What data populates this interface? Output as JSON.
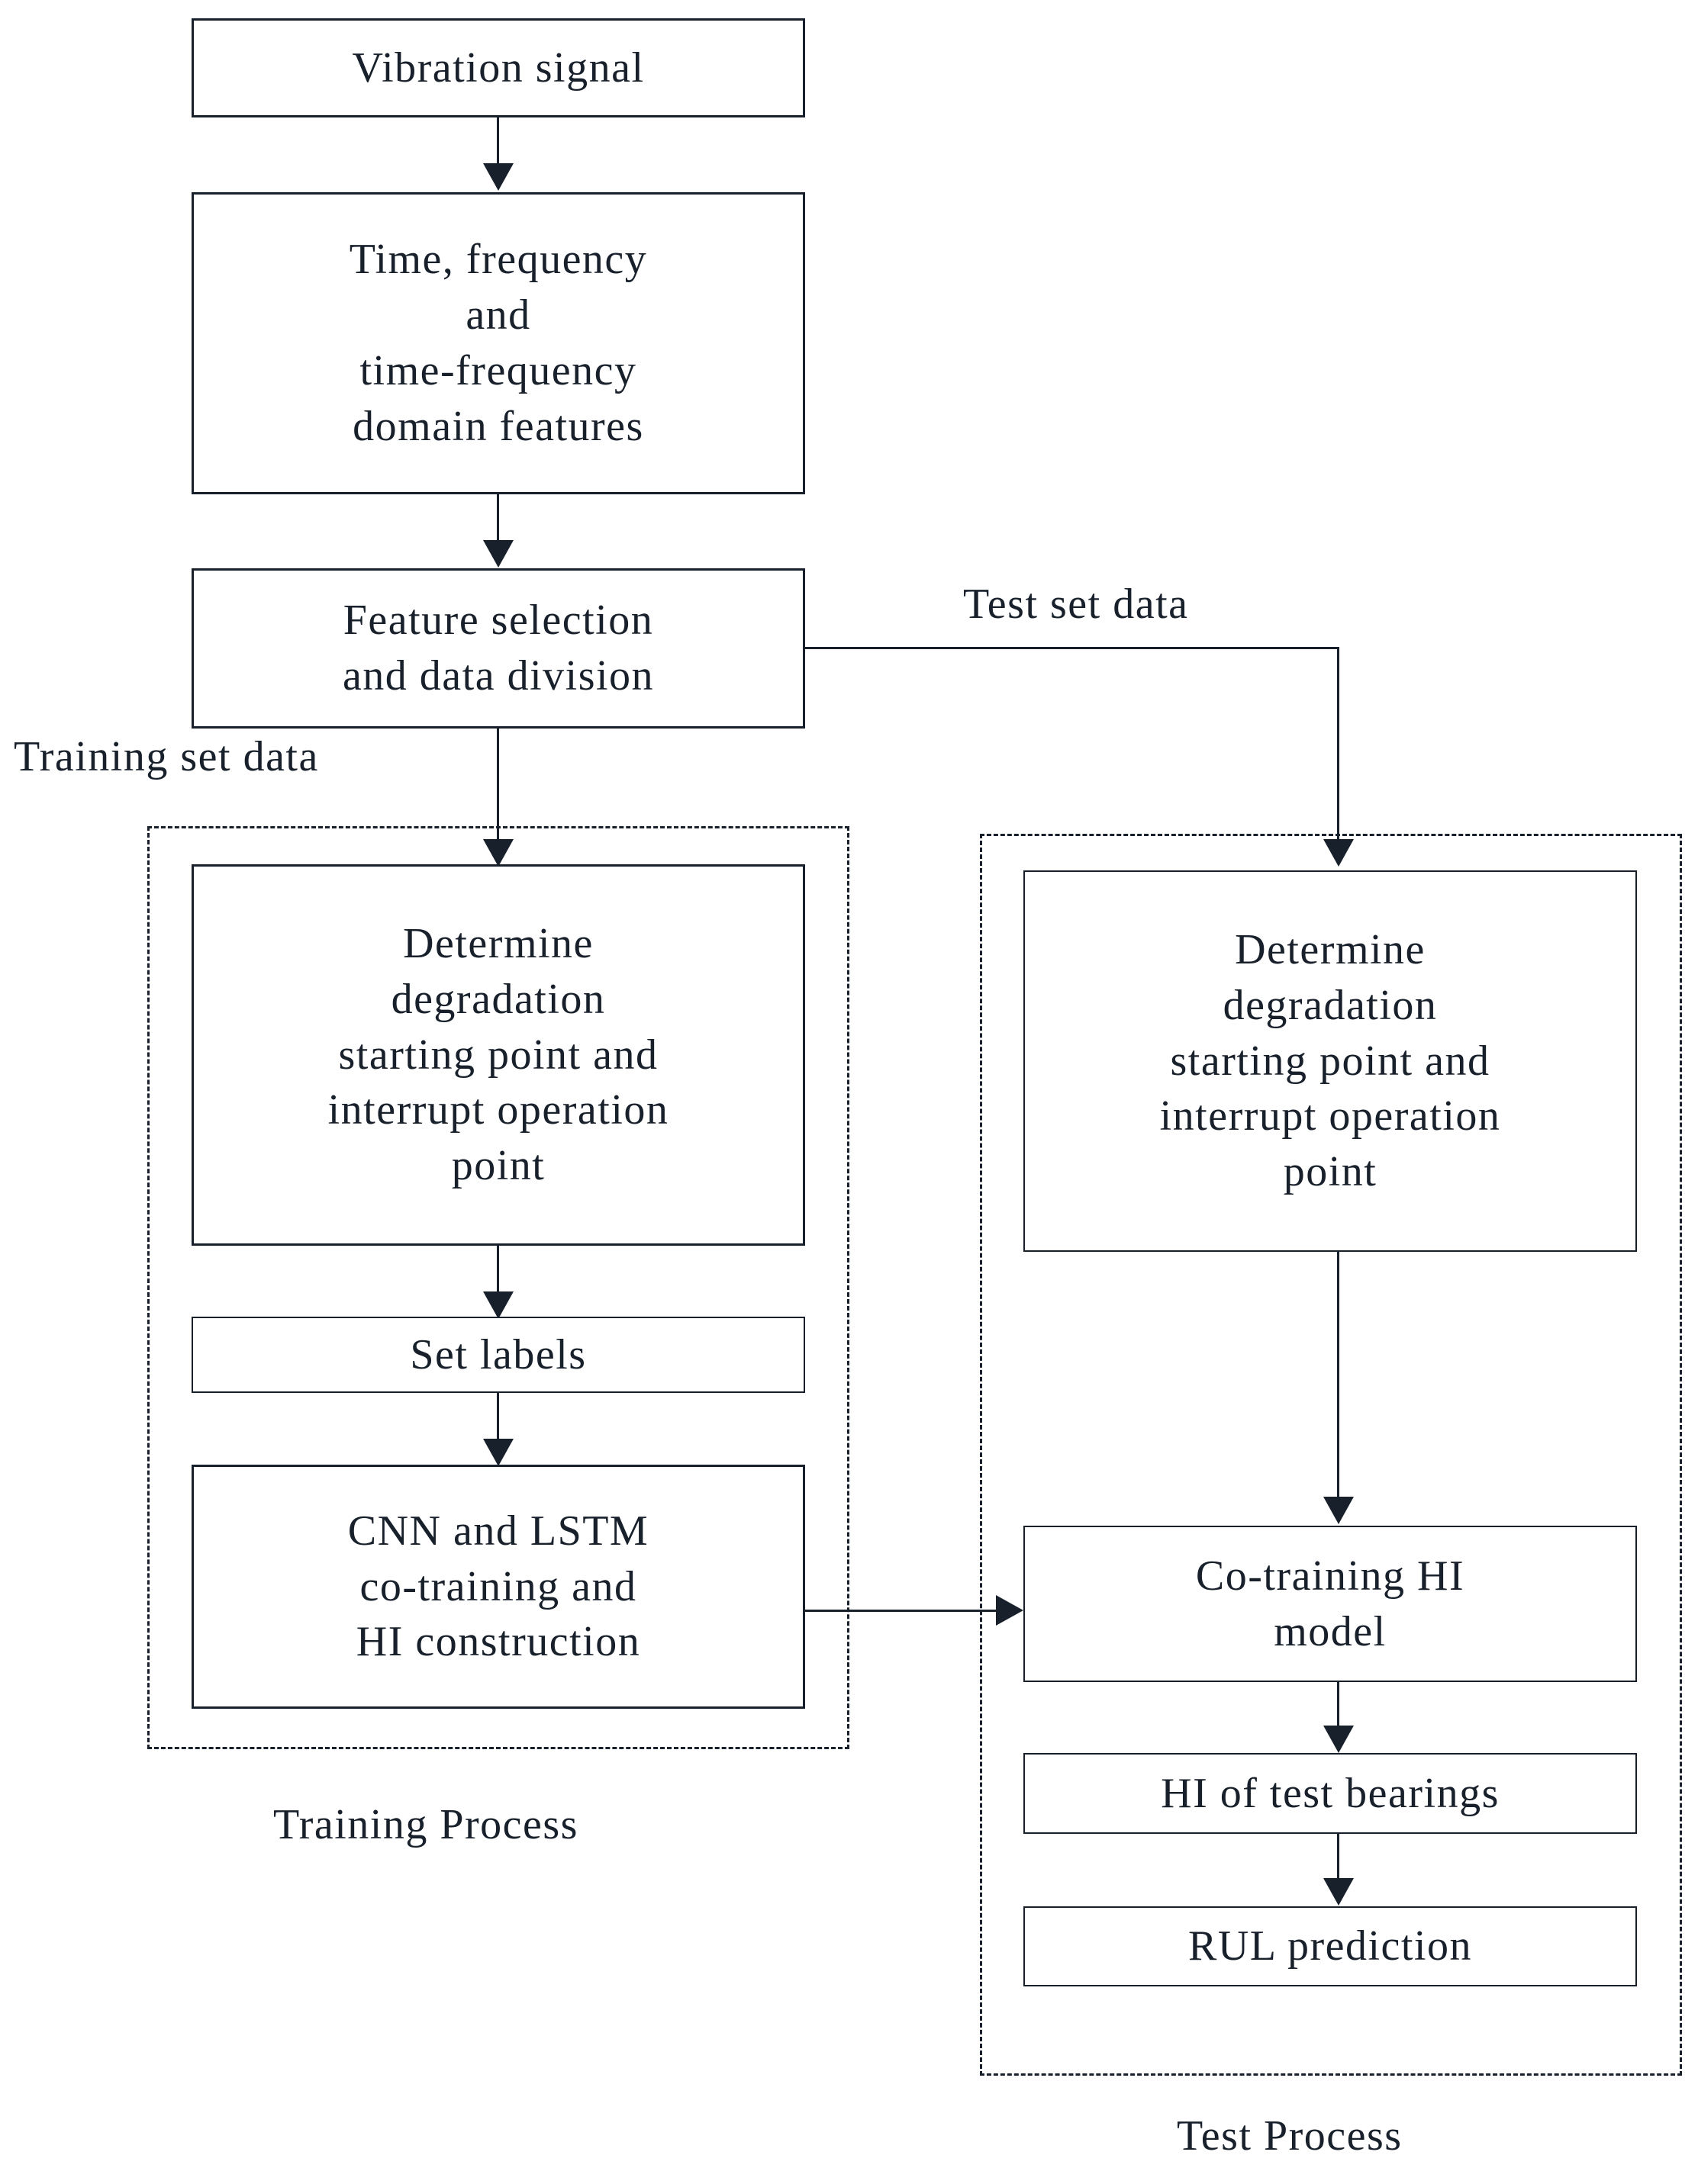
{
  "diagram": {
    "title": "Bearing RUL prediction framework flowchart",
    "colors": {
      "stroke": "#18202b",
      "background": "#ffffff"
    },
    "nodes": {
      "vibration_signal": "Vibration signal",
      "features": "Time, frequency\nand\ntime-frequency\ndomain features",
      "feature_selection": "Feature selection\nand data division",
      "determine_train": "Determine\ndegradation\nstarting point and\ninterrupt operation\npoint",
      "set_labels": "Set labels",
      "cnn_lstm": "CNN and LSTM\nco-training and\nHI construction",
      "determine_test": "Determine\ndegradation\nstarting point and\ninterrupt operation\npoint",
      "co_training_model": "Co-training HI\nmodel",
      "hi_test_bearings": "HI of test bearings",
      "rul_prediction": "RUL prediction"
    },
    "edge_labels": {
      "training_set_data": "Training set data",
      "test_set_data": "Test set data"
    },
    "group_labels": {
      "training_process": "Training Process",
      "test_process": "Test Process"
    }
  }
}
